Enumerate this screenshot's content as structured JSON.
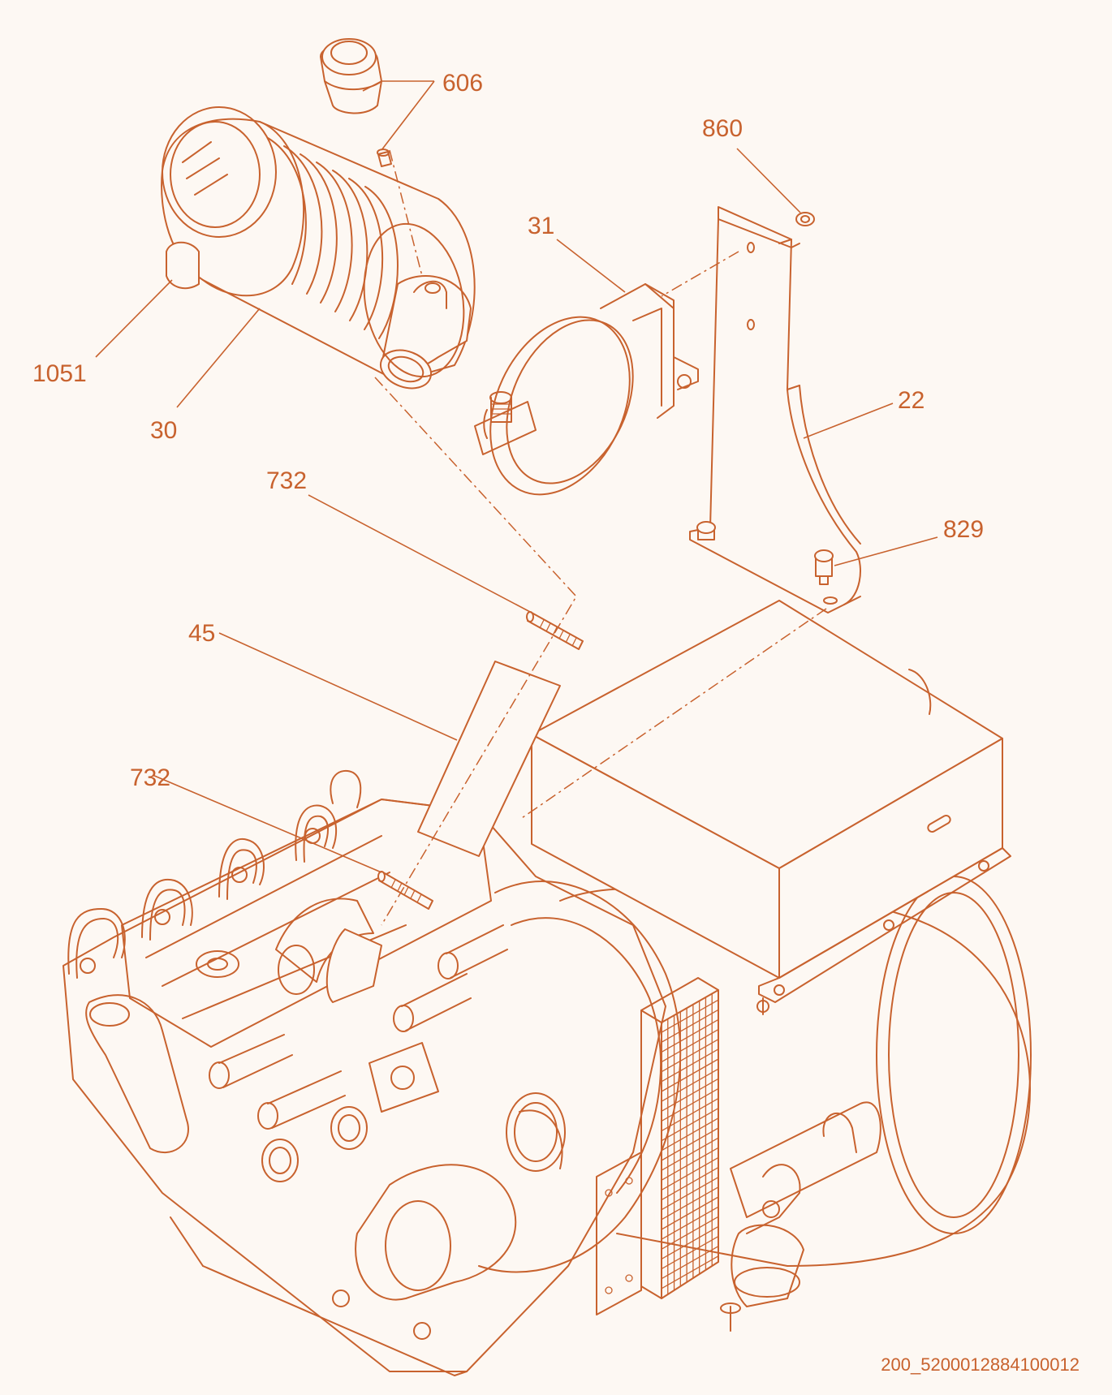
{
  "callouts": [
    {
      "id": "c606",
      "label": "606"
    },
    {
      "id": "c860",
      "label": "860"
    },
    {
      "id": "c31",
      "label": "31"
    },
    {
      "id": "c1051",
      "label": "1051"
    },
    {
      "id": "c30",
      "label": "30"
    },
    {
      "id": "c22",
      "label": "22"
    },
    {
      "id": "c732a",
      "label": "732"
    },
    {
      "id": "c829",
      "label": "829"
    },
    {
      "id": "c45",
      "label": "45"
    },
    {
      "id": "c732b",
      "label": "732"
    }
  ],
  "drawing_code": "200_5200012884100012",
  "colors": {
    "line": "#c8622e",
    "background": "#fdf8f3"
  }
}
